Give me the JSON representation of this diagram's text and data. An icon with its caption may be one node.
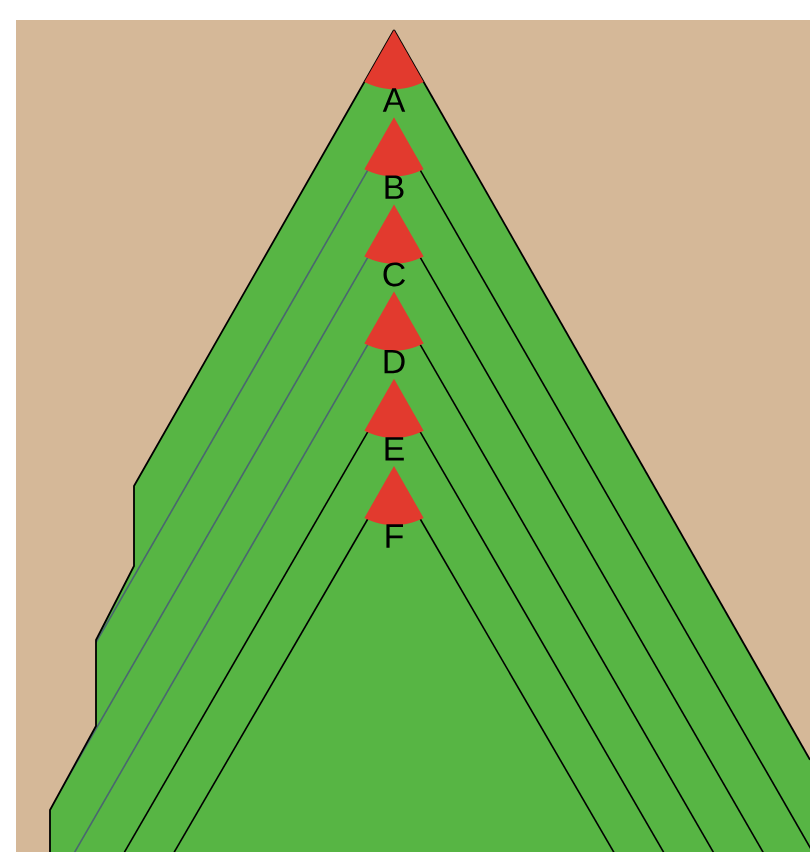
{
  "diagram": {
    "labels": [
      "A",
      "B",
      "C",
      "D",
      "E",
      "F"
    ]
  }
}
